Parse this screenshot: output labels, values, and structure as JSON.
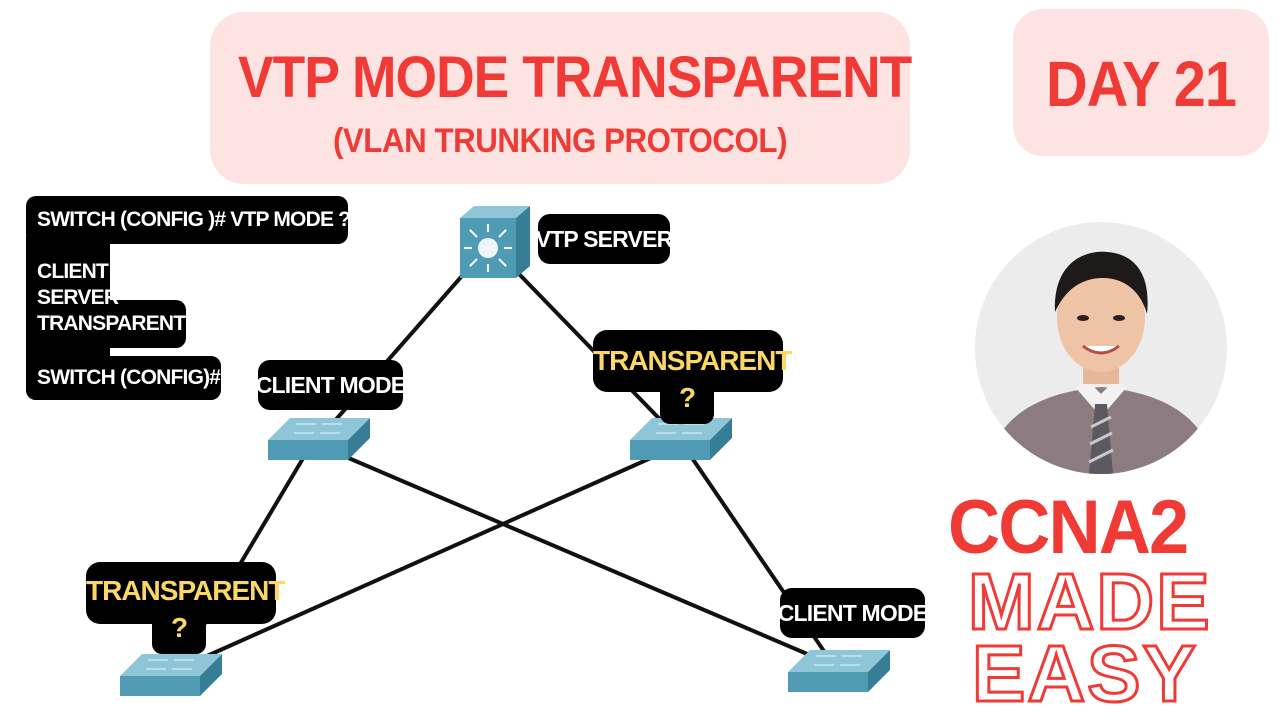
{
  "title": {
    "main": "VTP MODE TRANSPARENT",
    "sub": "(VLAN TRUNKING PROTOCOL)"
  },
  "day_badge": "DAY 21",
  "cli": {
    "prompt": "SWITCH (CONFIG )# VTP MODE ?",
    "options": [
      "CLIENT",
      "SERVER",
      "TRANSPARENT"
    ],
    "end_prompt": "SWITCH (CONFIG)#"
  },
  "nodes": {
    "server_label": "VTP SERVER",
    "client_left_label": "CLIENT MODE",
    "transparent_right_label": "TRANSPARENT",
    "transparent_right_q": "?",
    "transparent_left_label": "TRANSPARENT",
    "transparent_left_q": "?",
    "client_right_label": "CLIENT MODE"
  },
  "branding": {
    "line1": "CCNA2",
    "line2": "MADE",
    "line3": "EASY"
  },
  "colors": {
    "accent_red": "#ef3a36",
    "pink_panel": "#fde3e1",
    "switch_blue": "#4f9bb3",
    "question_yellow": "#fbd865"
  },
  "icons": [
    "multilayer-switch-icon",
    "switch-icon"
  ]
}
